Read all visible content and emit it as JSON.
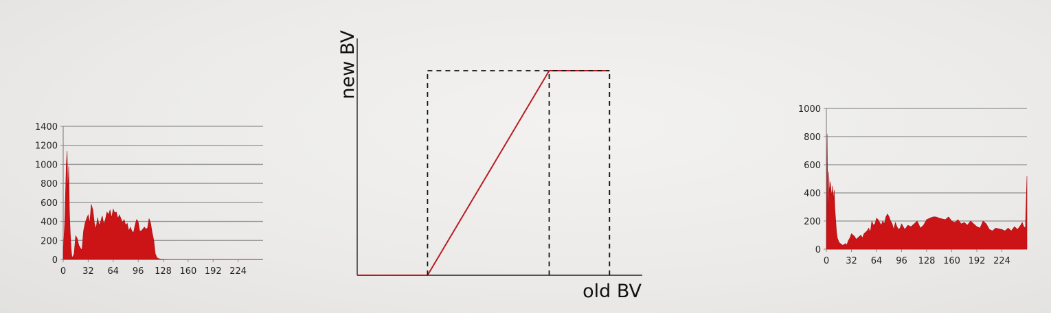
{
  "chart_data": [
    {
      "type": "area",
      "title": "",
      "xlabel": "",
      "ylabel": "",
      "xlim": [
        0,
        256
      ],
      "ylim": [
        0,
        1400
      ],
      "xticks": [
        "0",
        "32",
        "64",
        "96",
        "128",
        "160",
        "192",
        "224"
      ],
      "yticks": [
        "0",
        "200",
        "400",
        "600",
        "800",
        "1000",
        "1200",
        "1400"
      ],
      "grid": true,
      "color": "#cc1417",
      "x": [
        0,
        2,
        4,
        5,
        6,
        7,
        8,
        9,
        10,
        11,
        12,
        14,
        16,
        18,
        20,
        22,
        24,
        26,
        28,
        30,
        32,
        34,
        36,
        38,
        40,
        42,
        44,
        46,
        48,
        50,
        52,
        54,
        56,
        58,
        60,
        62,
        64,
        66,
        68,
        70,
        72,
        74,
        76,
        78,
        80,
        82,
        84,
        86,
        88,
        90,
        92,
        94,
        96,
        98,
        100,
        102,
        104,
        106,
        108,
        110,
        112,
        114,
        116,
        118,
        120,
        122,
        124,
        126,
        128,
        132,
        136,
        140,
        144,
        150,
        160,
        192,
        224,
        256
      ],
      "y": [
        80,
        400,
        1000,
        1140,
        700,
        980,
        500,
        300,
        120,
        40,
        20,
        60,
        250,
        220,
        150,
        120,
        100,
        300,
        380,
        430,
        470,
        380,
        580,
        520,
        380,
        320,
        440,
        360,
        400,
        460,
        370,
        420,
        500,
        470,
        520,
        440,
        530,
        490,
        500,
        430,
        470,
        430,
        390,
        420,
        360,
        380,
        300,
        340,
        300,
        280,
        360,
        420,
        400,
        300,
        300,
        320,
        340,
        320,
        330,
        430,
        380,
        280,
        200,
        60,
        20,
        10,
        5,
        3,
        2,
        1,
        0,
        0,
        0,
        0,
        0,
        0,
        0,
        0
      ]
    },
    {
      "type": "line",
      "title": "",
      "xlabel": "old BV",
      "ylabel": "new BV",
      "segments": [
        {
          "name": "transfer",
          "points": [
            [
              0,
              0
            ],
            [
              0.315,
              0
            ],
            [
              0.86,
              1
            ],
            [
              1.13,
              1
            ]
          ]
        },
        {
          "name": "guide",
          "style": "dashed",
          "points": [
            [
              0.315,
              0
            ],
            [
              0.315,
              1
            ]
          ]
        },
        {
          "name": "guide",
          "style": "dashed",
          "points": [
            [
              0.86,
              0
            ],
            [
              0.86,
              1
            ]
          ]
        },
        {
          "name": "guide",
          "style": "dashed",
          "points": [
            [
              1.13,
              0
            ],
            [
              1.13,
              1
            ]
          ]
        },
        {
          "name": "guide",
          "style": "dashed",
          "points": [
            [
              0.315,
              1
            ],
            [
              1.13,
              1
            ]
          ]
        }
      ],
      "color": "#b81c22",
      "guide_color": "#111111"
    },
    {
      "type": "area",
      "title": "",
      "xlabel": "",
      "ylabel": "",
      "xlim": [
        0,
        256
      ],
      "ylim": [
        0,
        1000
      ],
      "xticks": [
        "0",
        "32",
        "64",
        "96",
        "128",
        "160",
        "192",
        "224"
      ],
      "yticks": [
        "0",
        "200",
        "400",
        "600",
        "800",
        "1000"
      ],
      "grid": true,
      "color": "#cc1417",
      "x": [
        0,
        1,
        2,
        3,
        4,
        5,
        6,
        7,
        8,
        9,
        10,
        11,
        12,
        13,
        14,
        16,
        18,
        20,
        22,
        24,
        26,
        28,
        30,
        32,
        34,
        36,
        38,
        40,
        42,
        44,
        46,
        48,
        50,
        52,
        54,
        56,
        58,
        60,
        62,
        64,
        66,
        68,
        70,
        72,
        74,
        76,
        78,
        80,
        82,
        84,
        86,
        88,
        90,
        92,
        94,
        96,
        100,
        104,
        108,
        112,
        116,
        120,
        124,
        128,
        132,
        136,
        140,
        144,
        148,
        152,
        156,
        160,
        164,
        168,
        172,
        176,
        180,
        184,
        188,
        192,
        196,
        200,
        204,
        208,
        212,
        216,
        220,
        224,
        228,
        232,
        236,
        240,
        244,
        248,
        250,
        252,
        254,
        256
      ],
      "y": [
        0,
        820,
        200,
        550,
        400,
        480,
        420,
        380,
        450,
        350,
        420,
        280,
        200,
        120,
        80,
        50,
        40,
        30,
        30,
        40,
        30,
        60,
        80,
        110,
        100,
        90,
        70,
        80,
        90,
        100,
        80,
        110,
        120,
        130,
        150,
        120,
        200,
        170,
        180,
        220,
        210,
        190,
        170,
        200,
        180,
        230,
        250,
        230,
        200,
        180,
        140,
        190,
        160,
        140,
        150,
        180,
        140,
        170,
        160,
        180,
        200,
        150,
        170,
        210,
        220,
        230,
        230,
        220,
        215,
        210,
        230,
        200,
        190,
        210,
        180,
        190,
        170,
        200,
        180,
        160,
        150,
        200,
        180,
        140,
        130,
        150,
        145,
        140,
        130,
        150,
        130,
        160,
        140,
        170,
        190,
        160,
        150,
        520
      ]
    }
  ]
}
